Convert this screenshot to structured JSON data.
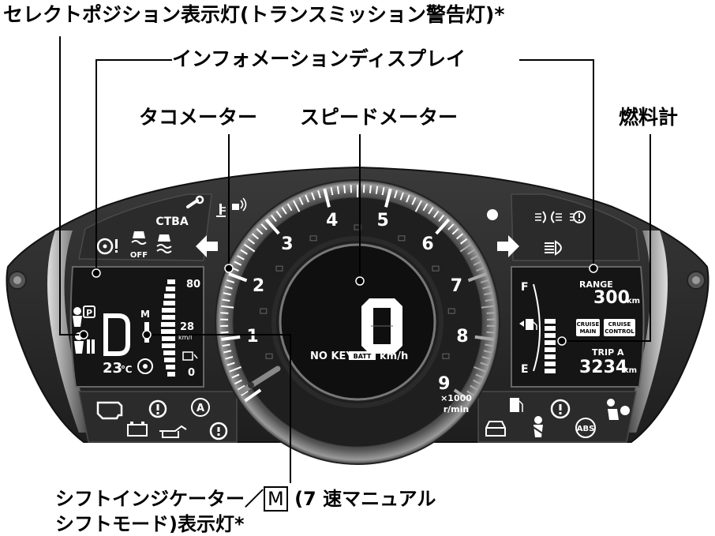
{
  "callouts": {
    "select_position": "セレクトポジション表示灯(トランスミッション警告灯)*",
    "info_display": "インフォメーションディスプレイ",
    "tachometer": "タコメーター",
    "speedometer": "スピードメーター",
    "fuel_gauge": "燃料計",
    "shift_indicator_line1_a": "シフトインジケーター／",
    "shift_indicator_box": "M",
    "shift_indicator_line1_b": "(7 速マニュアル",
    "shift_indicator_line2": "シフトモード)表示灯*"
  },
  "cluster": {
    "tach_numbers": [
      "1",
      "2",
      "3",
      "4",
      "5",
      "6",
      "7",
      "8",
      "9"
    ],
    "tach_unit_1": "×1000",
    "tach_unit_2": "r/min",
    "speed_value": "0",
    "speed_unit": "km/h",
    "no_key": "NO KEY",
    "batt": "BATT",
    "ctba": "CTBA",
    "off": "OFF",
    "range_label": "RANGE",
    "range_value": "300",
    "range_unit": "km",
    "cruise_main_1": "CRUISE",
    "cruise_main_2": "MAIN",
    "cruise_control_1": "CRUISE",
    "cruise_control_2": "CONTROL",
    "trip_label": "TRIP A",
    "trip_value": "3234",
    "trip_unit": "km",
    "fuel_full": "F",
    "fuel_empty": "E",
    "gear": "D",
    "p_icon": "P",
    "m_mark": "M",
    "temp_value": "23",
    "temp_unit": "℃",
    "scale_top": "80",
    "scale_mid": "28",
    "scale_mid_unit": "km/l",
    "scale_bottom": "0",
    "abs": "ABS",
    "auto_a": "A"
  }
}
